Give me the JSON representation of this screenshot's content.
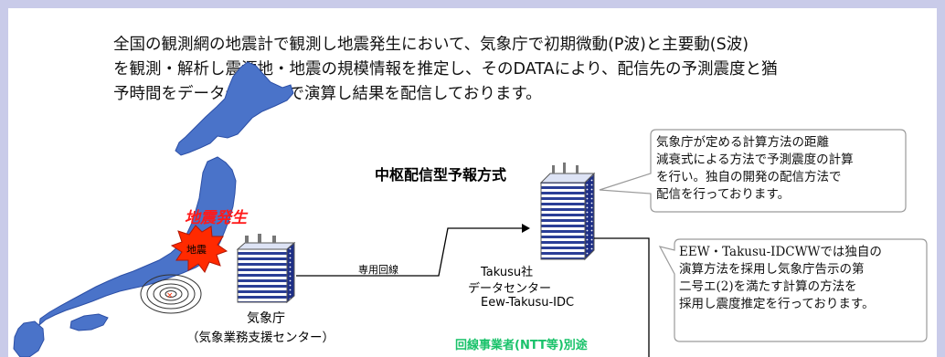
{
  "intro": {
    "lines": [
      "全国の観測網の地震計で観測し地震発生において、気象庁で初期微動(P波)と主要動(S波)",
      "を観測・解析し震源地・地震の規模情報を推定し、そのDATAにより、配信先の予測震度と猶",
      "予時間をデータセンターで演算し結果を配信しております。"
    ]
  },
  "diagram": {
    "title": "中枢配信型予報方式",
    "quake_label": "地震発生",
    "burst_label": "地震",
    "line_label": "専用回線",
    "jma_name": "気象庁",
    "jma_sub": "（気象業務支援センター）",
    "datacenter": [
      "Takusu社",
      "データセンター",
      "Eew-Takusu-IDC"
    ],
    "carrier": "回線事業者(NTT等)別途",
    "callout1": [
      "気象庁が定める計算方法の距離",
      "減衰式による方法で予測震度の計算",
      "を行い。独自の開発の配信方法で",
      "配信を行っております。"
    ],
    "callout2": [
      "EEW・Takusu-IDCWWでは独自の",
      "演算方法を採用し気象庁告示の第",
      "二号エ(2)を満たす計算の方法を",
      "採用し震度推定を行っております。"
    ]
  },
  "colors": {
    "frame": "#c9cbe9",
    "japan_fill": "#4a73c9",
    "quake_text": "#ff1a1a",
    "burst": "#ff2a00",
    "carrier_text": "#19c26a",
    "server_stripe": "#2a3e96"
  }
}
